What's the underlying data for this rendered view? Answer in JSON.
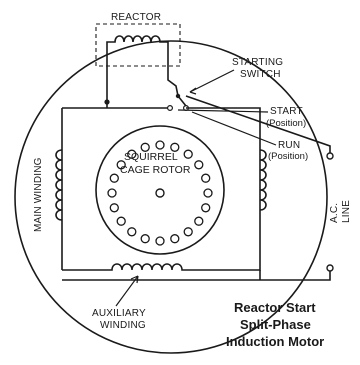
{
  "labels": {
    "reactor": "REACTOR",
    "starting_switch_line1": "STARTING",
    "starting_switch_line2": "SWITCH",
    "start": "START",
    "start_position": "(Position)",
    "run": "RUN",
    "run_position": "(Position)",
    "main_winding": "MAIN WINDING",
    "rotor_line1": "SQUIRREL",
    "rotor_line2": "CAGE ROTOR",
    "ac_line_1": "A.C.",
    "ac_line_2": "LINE",
    "auxiliary_line1": "AUXILIARY",
    "auxiliary_line2": "WINDING"
  },
  "title": {
    "line1": "Reactor Start",
    "line2": "Split-Phase",
    "line3": "Induction Motor"
  },
  "rotor": {
    "bar_count": 20
  }
}
